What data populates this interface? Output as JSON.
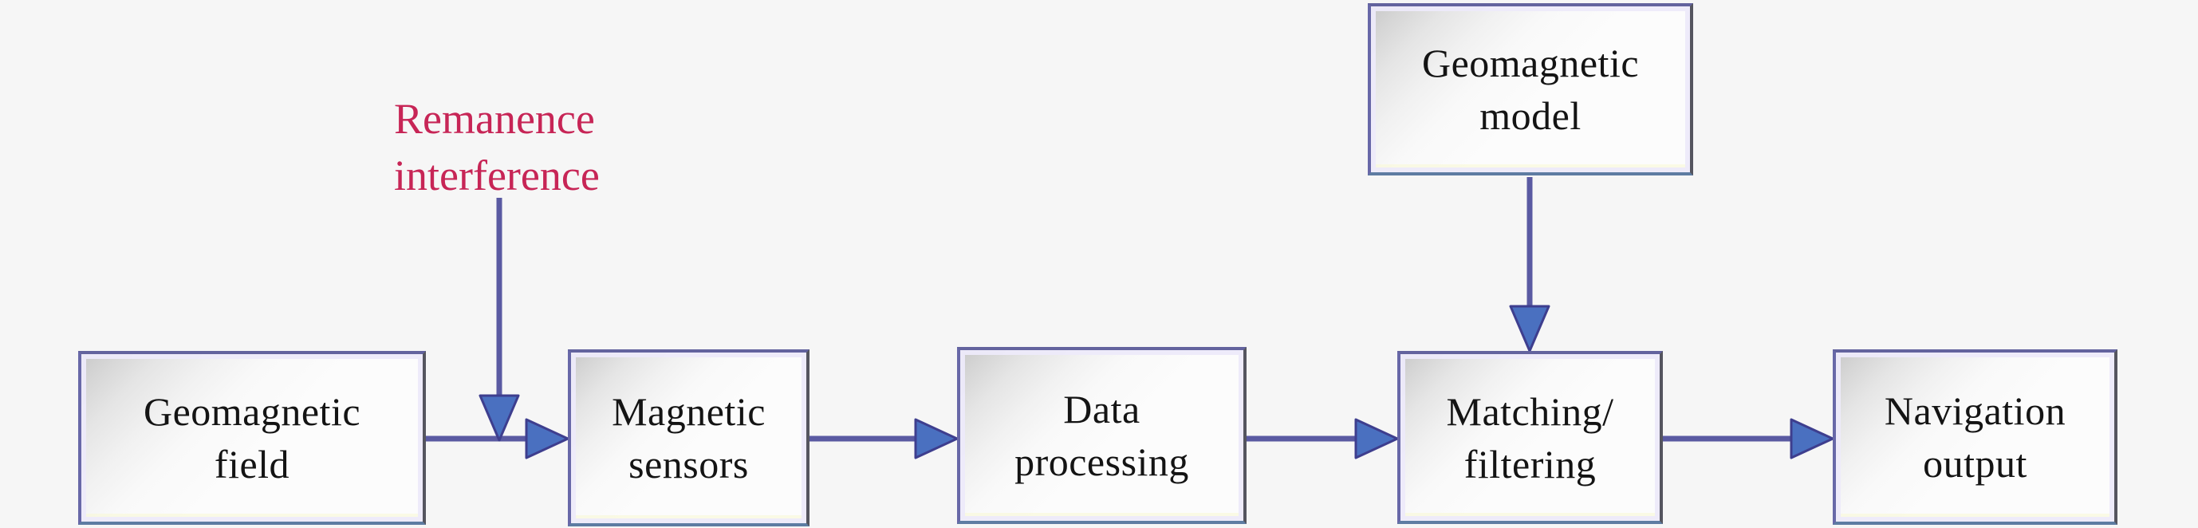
{
  "diagram": {
    "background": "#f6f6f6",
    "description": "Geomagnetic navigation flowchart"
  },
  "nodes": [
    {
      "id": "geomagnetic-field",
      "line1": "Geomagnetic",
      "line2": "field"
    },
    {
      "id": "magnetic-sensors",
      "line1": "Magnetic",
      "line2": "sensors"
    },
    {
      "id": "data-processing",
      "line1": "Data",
      "line2": "processing"
    },
    {
      "id": "matching-filtering",
      "line1": "Matching/",
      "line2": "filtering"
    },
    {
      "id": "navigation-output",
      "line1": "Navigation",
      "line2": "output"
    },
    {
      "id": "geomagnetic-model",
      "line1": "Geomagnetic",
      "line2": "model"
    }
  ],
  "annotation": {
    "line1": "Remanence",
    "line2": "interference",
    "color": "#c72556"
  },
  "connectors": [
    {
      "from": "geomagnetic-field",
      "to": "magnetic-sensors",
      "direction": "right"
    },
    {
      "from": "magnetic-sensors",
      "to": "data-processing",
      "direction": "right"
    },
    {
      "from": "data-processing",
      "to": "matching-filtering",
      "direction": "right"
    },
    {
      "from": "matching-filtering",
      "to": "navigation-output",
      "direction": "right"
    },
    {
      "from": "remanence-interference",
      "to": "field-to-sensors-arrow",
      "direction": "down"
    },
    {
      "from": "geomagnetic-model",
      "to": "matching-filtering",
      "direction": "down"
    }
  ],
  "colors": {
    "background": "#f6f6f6",
    "node_border": "#63639e",
    "node_inner_highlight": "#edeafa",
    "node_fill_corner": "#c9c9c9",
    "node_text": "#141414",
    "connector_line": "#5a5aa2",
    "arrowhead_fill": "#4a70c0",
    "arrowhead_stroke": "#3e3e8e",
    "annotation_text": "#c72556"
  }
}
